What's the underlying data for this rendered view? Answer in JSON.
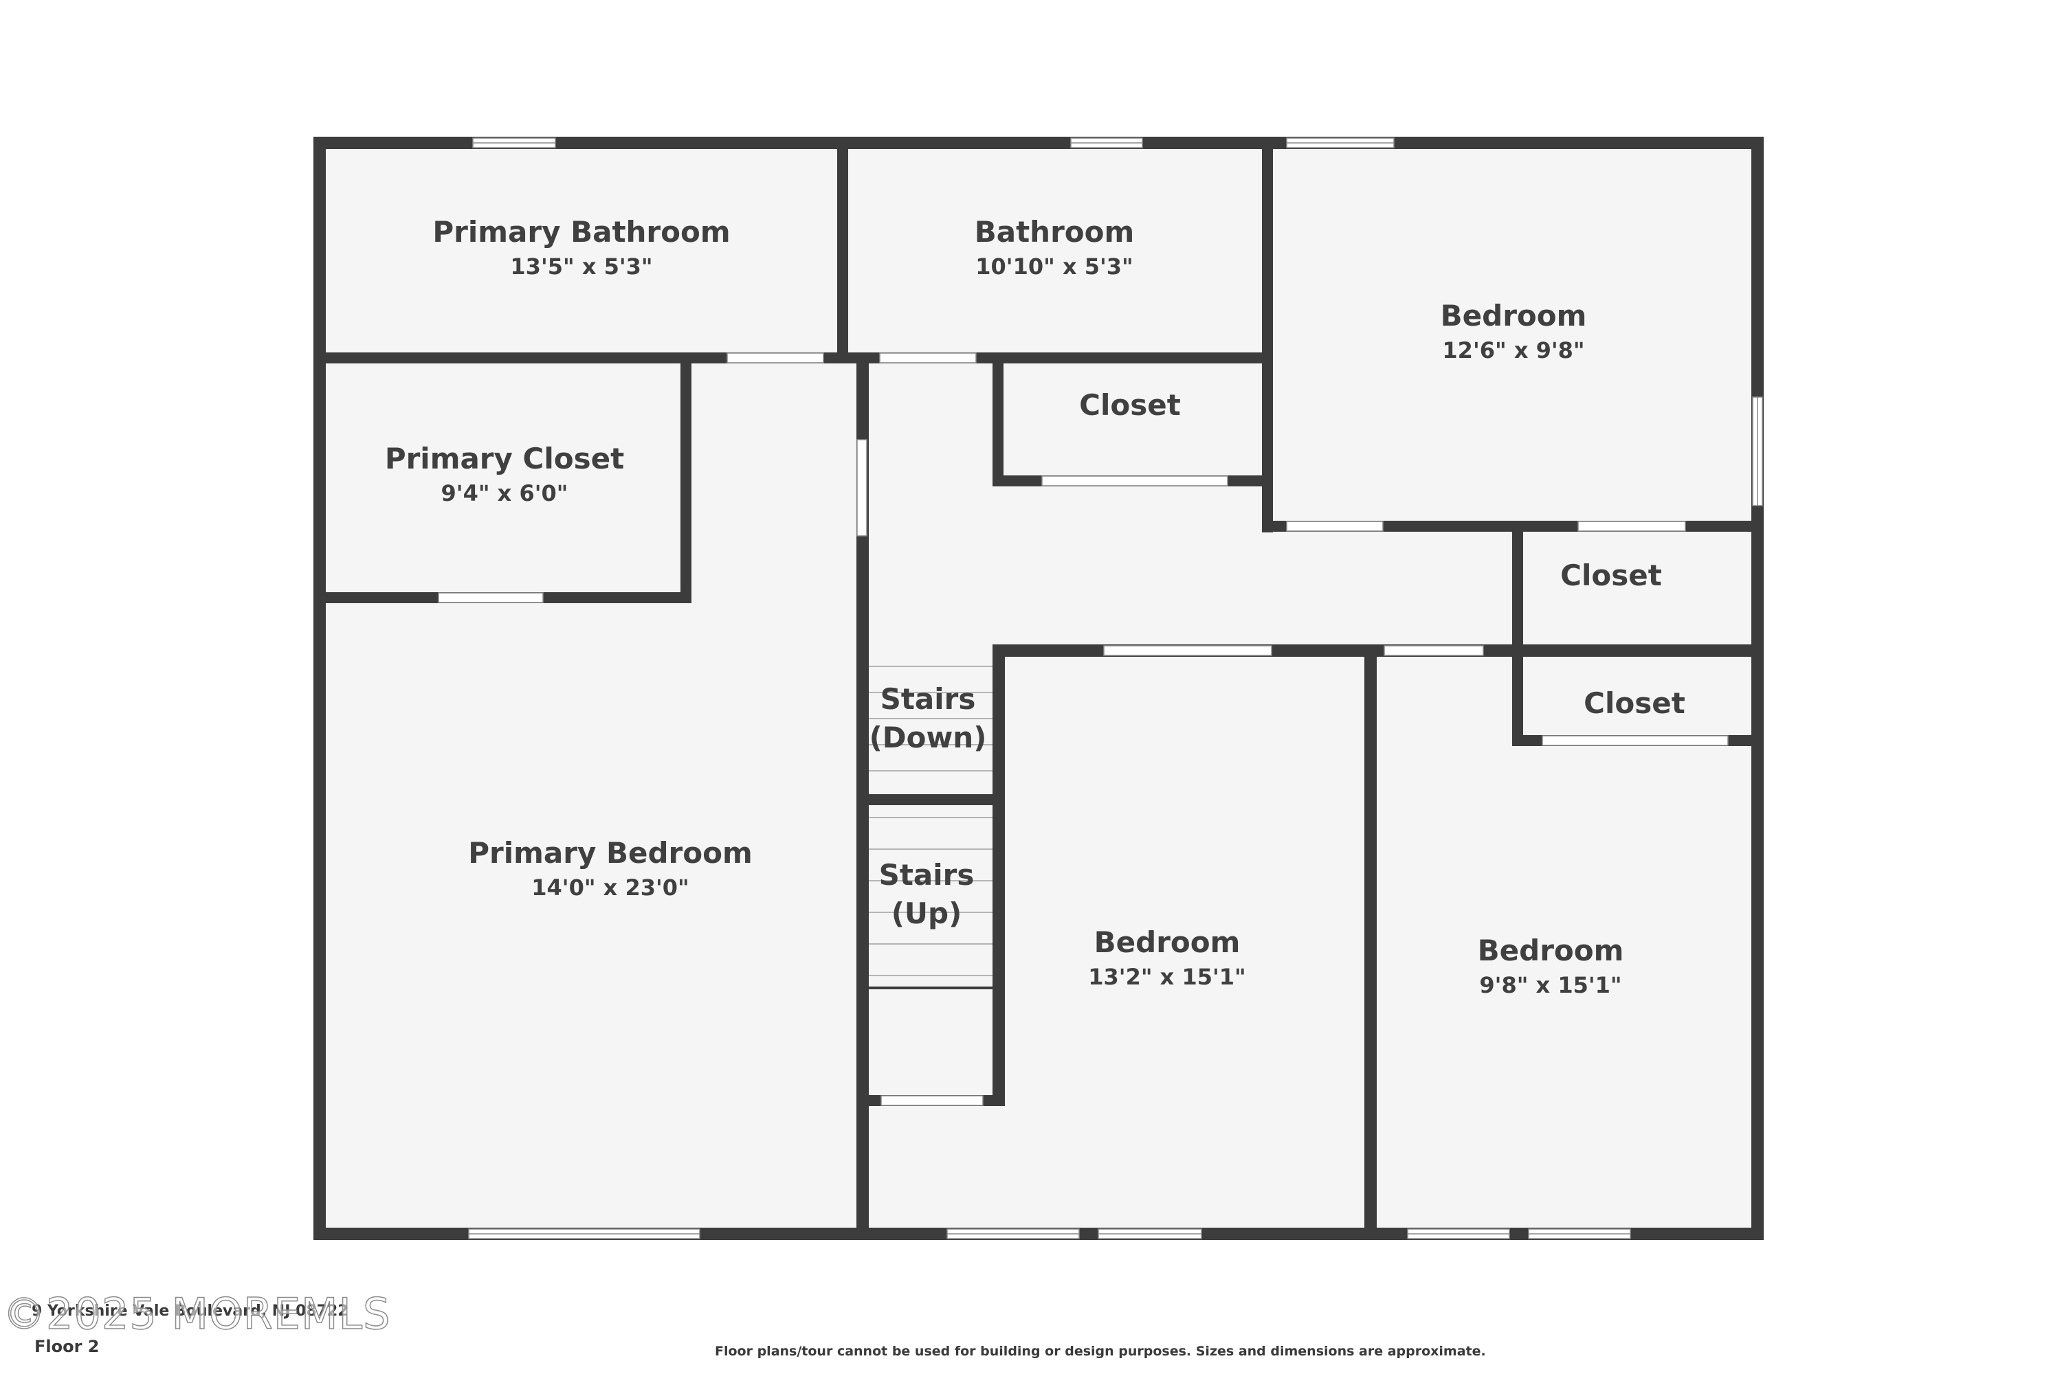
{
  "floor_plan": {
    "rooms": [
      {
        "name": "Primary Bathroom",
        "dims": "13'5\" x 5'3\""
      },
      {
        "name": "Bathroom",
        "dims": "10'10\" x 5'3\""
      },
      {
        "name": "Bedroom",
        "dims": "12'6\" x 9'8\""
      },
      {
        "name": "Closet",
        "dims": ""
      },
      {
        "name": "Primary Closet",
        "dims": "9'4\" x 6'0\""
      },
      {
        "name": "Closet",
        "dims": ""
      },
      {
        "name": "Closet",
        "dims": ""
      },
      {
        "name": "Stairs",
        "name2": "(Down)",
        "dims": ""
      },
      {
        "name": "Stairs",
        "name2": "(Up)",
        "dims": ""
      },
      {
        "name": "Primary Bedroom",
        "dims": "14'0\" x 23'0\""
      },
      {
        "name": "Bedroom",
        "dims": "13'2\" x 15'1\""
      },
      {
        "name": "Bedroom",
        "dims": "9'8\" x 15'1\""
      }
    ]
  },
  "footer": {
    "address": "9 Yorkshire Vale Boulevard, NJ 08722",
    "floor": "Floor 2",
    "disclaimer": "Floor plans/tour cannot be used for building or design purposes. Sizes and dimensions are approximate.",
    "watermark": "©2025 MOREMLS"
  },
  "colors": {
    "wall": "#3c3c3c",
    "room_fill": "#f5f5f5",
    "text": "#404040"
  }
}
